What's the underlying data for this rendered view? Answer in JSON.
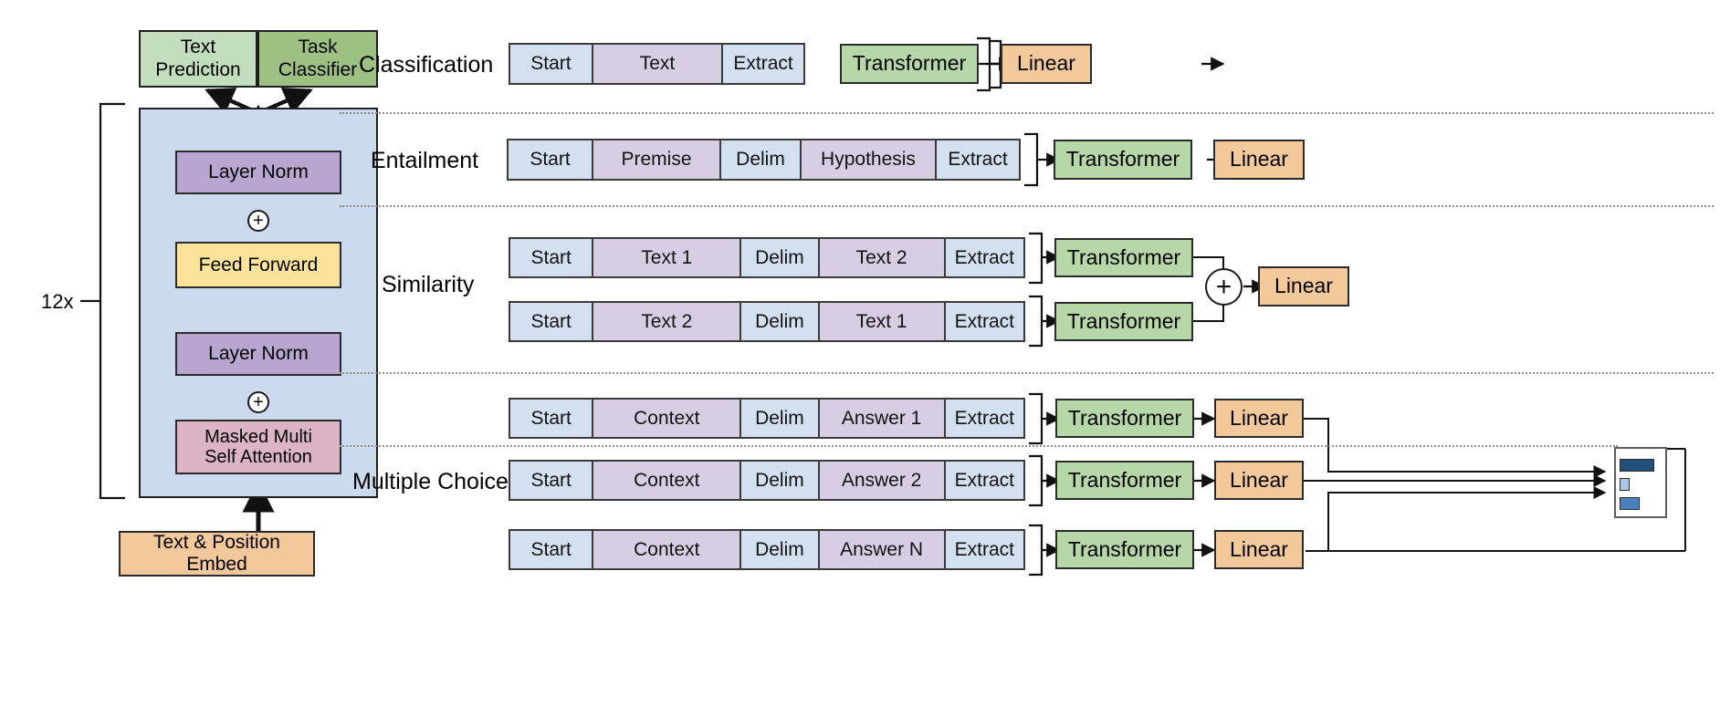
{
  "figure": {
    "title": "Transformer architecture and training objectives / input transformations for fine-tuning on different tasks",
    "repeat_label": "12x"
  },
  "architecture": {
    "heads": [
      {
        "label": "Text\nPrediction",
        "color": "#c3debc"
      },
      {
        "label": "Task\nClassifier",
        "color": "#9dc183"
      }
    ],
    "block_background": "#ccdaee",
    "layers": [
      {
        "label": "Layer Norm",
        "color": "#b8a6d0"
      },
      {
        "label": "Feed Forward",
        "color": "#fbe39a"
      },
      {
        "label": "Layer Norm",
        "color": "#b8a6d0"
      },
      {
        "label": "Masked Multi\nSelf Attention",
        "color": "#dcb4c6"
      }
    ],
    "embedding": {
      "label": "Text & Position Embed",
      "color": "#f3c89a"
    },
    "residual_symbol": "+"
  },
  "tasks": [
    {
      "name": "Classification",
      "label": "Classification",
      "rows": [
        {
          "tokens": [
            {
              "text": "Start",
              "type": "special"
            },
            {
              "text": "Text",
              "type": "content"
            },
            {
              "text": "Extract",
              "type": "special"
            }
          ],
          "transformer": "Transformer",
          "linear": "Linear"
        }
      ]
    },
    {
      "name": "Entailment",
      "label": "Entailment",
      "rows": [
        {
          "tokens": [
            {
              "text": "Start",
              "type": "special"
            },
            {
              "text": "Premise",
              "type": "content"
            },
            {
              "text": "Delim",
              "type": "special"
            },
            {
              "text": "Hypothesis",
              "type": "content"
            },
            {
              "text": "Extract",
              "type": "special"
            }
          ],
          "transformer": "Transformer",
          "linear": "Linear"
        }
      ]
    },
    {
      "name": "Similarity",
      "label": "Similarity",
      "combine_symbol": "+",
      "linear": "Linear",
      "rows": [
        {
          "tokens": [
            {
              "text": "Start",
              "type": "special"
            },
            {
              "text": "Text 1",
              "type": "content"
            },
            {
              "text": "Delim",
              "type": "special"
            },
            {
              "text": "Text 2",
              "type": "content"
            },
            {
              "text": "Extract",
              "type": "special"
            }
          ],
          "transformer": "Transformer"
        },
        {
          "tokens": [
            {
              "text": "Start",
              "type": "special"
            },
            {
              "text": "Text 2",
              "type": "content"
            },
            {
              "text": "Delim",
              "type": "special"
            },
            {
              "text": "Text 1",
              "type": "content"
            },
            {
              "text": "Extract",
              "type": "special"
            }
          ],
          "transformer": "Transformer"
        }
      ]
    },
    {
      "name": "Multiple Choice",
      "label": "Multiple Choice",
      "rows": [
        {
          "tokens": [
            {
              "text": "Start",
              "type": "special"
            },
            {
              "text": "Context",
              "type": "content"
            },
            {
              "text": "Delim",
              "type": "special"
            },
            {
              "text": "Answer 1",
              "type": "content"
            },
            {
              "text": "Extract",
              "type": "special"
            }
          ],
          "transformer": "Transformer",
          "linear": "Linear"
        },
        {
          "tokens": [
            {
              "text": "Start",
              "type": "special"
            },
            {
              "text": "Context",
              "type": "content"
            },
            {
              "text": "Delim",
              "type": "special"
            },
            {
              "text": "Answer 2",
              "type": "content"
            },
            {
              "text": "Extract",
              "type": "special"
            }
          ],
          "transformer": "Transformer",
          "linear": "Linear"
        },
        {
          "tokens": [
            {
              "text": "Start",
              "type": "special"
            },
            {
              "text": "Context",
              "type": "content"
            },
            {
              "text": "Delim",
              "type": "special"
            },
            {
              "text": "Answer N",
              "type": "content"
            },
            {
              "text": "Extract",
              "type": "special"
            }
          ],
          "transformer": "Transformer",
          "linear": "Linear"
        }
      ],
      "output_histogram": {
        "bars": [
          {
            "value": 0.72,
            "color": "#1f4e79"
          },
          {
            "value": 0.12,
            "color": "#a9c7e8"
          },
          {
            "value": 0.33,
            "color": "#4a81c0"
          }
        ]
      }
    }
  ],
  "colors": {
    "token_special": "#d3e0f0",
    "token_content": "#d8cee4",
    "transformer": "#b6d7a8",
    "linear": "#f3c89a",
    "layer_norm": "#b8a6d0",
    "feed_forward": "#fbe39a",
    "attention": "#dcb4c6",
    "embed": "#f3c89a",
    "block_bg": "#ccdaee",
    "text_prediction": "#c3debc",
    "task_classifier": "#9dc183",
    "separator": "#8c8c8c",
    "stroke": "#1f1f1f"
  }
}
